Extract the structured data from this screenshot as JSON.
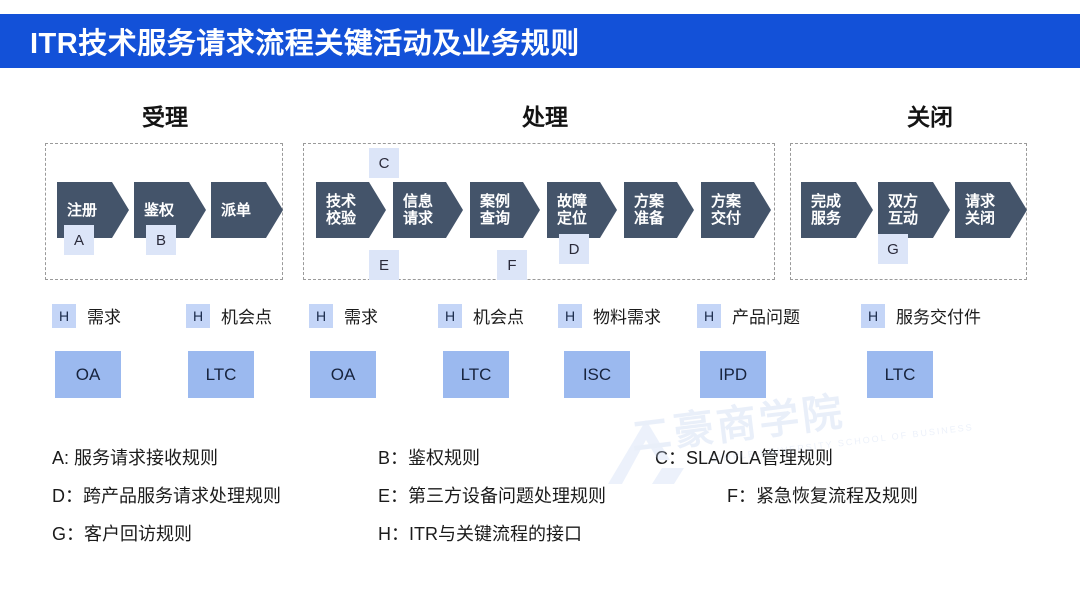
{
  "title": "ITR技术服务请求流程关键活动及业务规则",
  "theme": {
    "banner_blue": "#1351d8",
    "chevron_slate": "#44546a",
    "badge_light_blue": "#dce5f8",
    "h_badge_blue": "#c4d5f7",
    "tag_blue": "#9bb9ef",
    "dashed_border": "#9a9a9a"
  },
  "phases": [
    {
      "heading": "受理"
    },
    {
      "heading": "处理"
    },
    {
      "heading": "关闭"
    }
  ],
  "steps": [
    {
      "lines": [
        "注册"
      ],
      "group": 0
    },
    {
      "lines": [
        "鉴权"
      ],
      "group": 0
    },
    {
      "lines": [
        "派单"
      ],
      "group": 0
    },
    {
      "lines": [
        "技术",
        "校验"
      ],
      "group": 1
    },
    {
      "lines": [
        "信息",
        "请求"
      ],
      "group": 1
    },
    {
      "lines": [
        "案例",
        "查询"
      ],
      "group": 1
    },
    {
      "lines": [
        "故障",
        "定位"
      ],
      "group": 1
    },
    {
      "lines": [
        "方案",
        "准备"
      ],
      "group": 1
    },
    {
      "lines": [
        "方案",
        "交付"
      ],
      "group": 1
    },
    {
      "lines": [
        "完成",
        "服务"
      ],
      "group": 2
    },
    {
      "lines": [
        "双方",
        "互动"
      ],
      "group": 2
    },
    {
      "lines": [
        "请求",
        "关闭"
      ],
      "group": 2
    }
  ],
  "letter_badges": [
    {
      "letter": "A"
    },
    {
      "letter": "B"
    },
    {
      "letter": "C"
    },
    {
      "letter": "E"
    },
    {
      "letter": "F"
    },
    {
      "letter": "D"
    },
    {
      "letter": "G"
    }
  ],
  "interfaces": [
    {
      "badge": "H",
      "label": "需求"
    },
    {
      "badge": "H",
      "label": "机会点"
    },
    {
      "badge": "H",
      "label": "需求"
    },
    {
      "badge": "H",
      "label": "机会点"
    },
    {
      "badge": "H",
      "label": "物料需求"
    },
    {
      "badge": "H",
      "label": "产品问题"
    },
    {
      "badge": "H",
      "label": "服务交付件"
    }
  ],
  "system_tags": [
    {
      "label": "OA"
    },
    {
      "label": "LTC"
    },
    {
      "label": "OA"
    },
    {
      "label": "LTC"
    },
    {
      "label": "ISC"
    },
    {
      "label": "IPD"
    },
    {
      "label": "LTC"
    }
  ],
  "rules": [
    {
      "text": "A: 服务请求接收规则"
    },
    {
      "text": "B：鉴权规则"
    },
    {
      "text": "C：SLA/OLA管理规则"
    },
    {
      "text": "D：跨产品服务请求处理规则"
    },
    {
      "text": "E：第三方设备问题处理规则"
    },
    {
      "text": "F：紧急恢复流程及规则"
    },
    {
      "text": "G：客户回访规则"
    },
    {
      "text": "H：ITR与关键流程的接口"
    }
  ],
  "watermark": {
    "text": "二豪商学院",
    "subtext": "SIMPLE UNIVERSITY SCHOOL OF BUSINESS"
  }
}
